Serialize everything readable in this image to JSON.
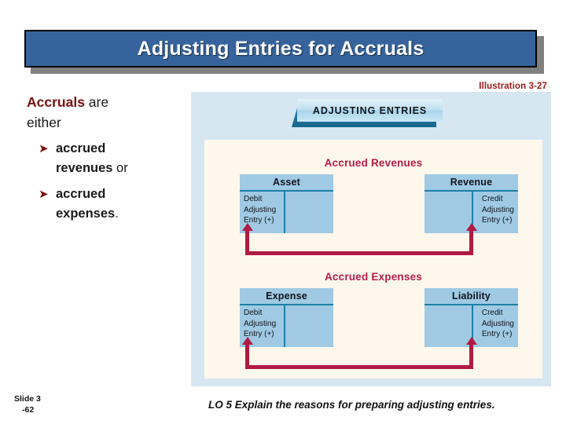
{
  "slide": {
    "title": "Adjusting Entries for Accruals",
    "illustration_label": "Illustration 3-27",
    "slide_number_line1": "Slide 3",
    "slide_number_line2": "-62",
    "footer": "LO 5  Explain the reasons for preparing adjusting entries."
  },
  "body": {
    "lead_strong": "Accruals",
    "lead_rest": " are",
    "lead_line2": "either",
    "bullets": [
      {
        "glyph": "➤",
        "strong": "accrued revenues",
        "suffix": " or"
      },
      {
        "glyph": "➤",
        "strong": "accrued expenses",
        "suffix": "."
      }
    ]
  },
  "illustration": {
    "banner": "ADJUSTING ENTRIES",
    "sections": [
      {
        "title": "Accrued Revenues",
        "left_box": {
          "header": "Asset",
          "entry_side": "left",
          "entry": "Debit\nAdjusting\nEntry (+)"
        },
        "right_box": {
          "header": "Revenue",
          "entry_side": "right",
          "entry": "Credit\nAdjusting\nEntry (+)"
        }
      },
      {
        "title": "Accrued Expenses",
        "left_box": {
          "header": "Expense",
          "entry_side": "left",
          "entry": "Debit\nAdjusting\nEntry (+)"
        },
        "right_box": {
          "header": "Liability",
          "entry_side": "right",
          "entry": "Credit\nAdjusting\nEntry (+)"
        }
      }
    ],
    "entry_lines": {
      "debit": [
        "Debit",
        "Adjusting",
        "Entry (+)"
      ],
      "credit": [
        "Credit",
        "Adjusting",
        "Entry (+)"
      ]
    }
  },
  "colors": {
    "title_bar": "#36639B",
    "title_shadow": "#808080",
    "panel_blue": "#D6E7F2",
    "panel_cream": "#FDF7EC",
    "box_blue": "#A0CAE4",
    "box_rule": "#1C7FA8",
    "accent_crimson": "#B81C4B",
    "arrow_crimson": "#B01B43",
    "heading_maroon": "#7B1010",
    "illustration_label": "#9B1B1B"
  }
}
